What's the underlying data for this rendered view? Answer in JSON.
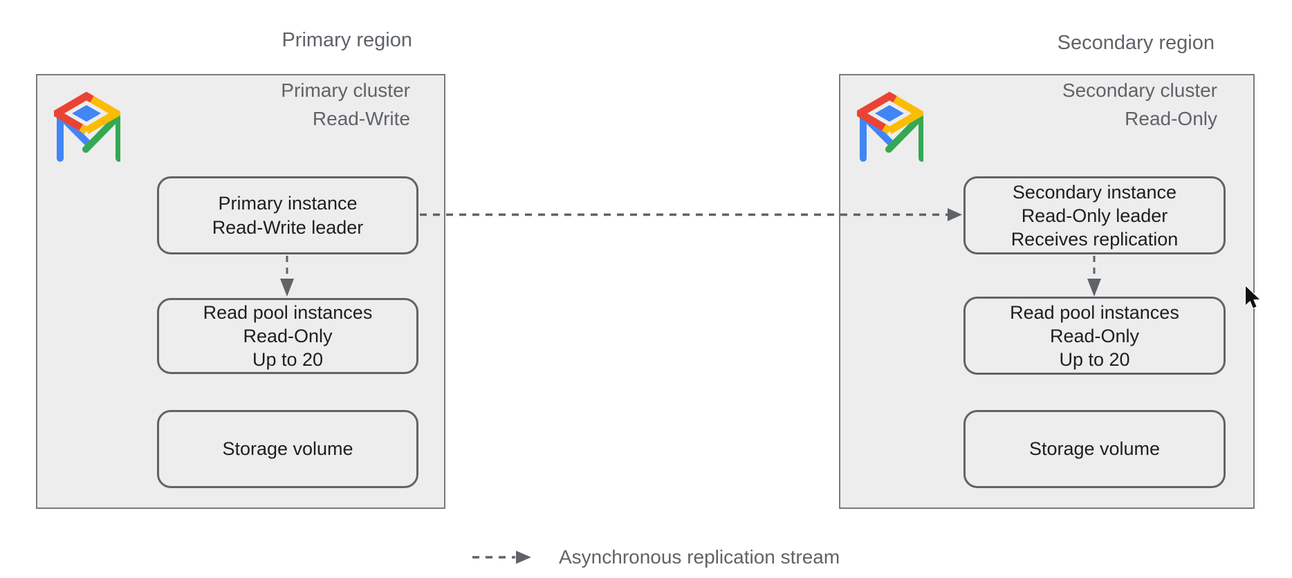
{
  "primary": {
    "region_label": "Primary region",
    "cluster_title": [
      "Primary cluster",
      "Read-Write"
    ],
    "instance": [
      "Primary instance",
      "Read-Write leader"
    ],
    "read_pool": [
      "Read pool instances",
      "Read-Only",
      "Up to 20"
    ],
    "storage": [
      "Storage volume"
    ]
  },
  "secondary": {
    "region_label": "Secondary region",
    "cluster_title": [
      "Secondary cluster",
      "Read-Only"
    ],
    "instance": [
      "Secondary instance",
      "Read-Only leader",
      "Receives replication"
    ],
    "read_pool": [
      "Read pool instances",
      "Read-Only",
      "Up to 20"
    ],
    "storage": [
      "Storage volume"
    ]
  },
  "legend": {
    "label": "Asynchronous replication stream"
  },
  "icons": {
    "cluster_icon": "alloydb-icon",
    "arrow": "dashed-arrow-icon",
    "pointer": "mouse-cursor"
  },
  "colors": {
    "page_bg": "#ffffff",
    "cluster_fill": "#ededed",
    "cluster_border": "#7a7a7a",
    "node_border": "#5f6368",
    "arrow": "#5f6368",
    "text_dark": "#1e1e1e",
    "text_gray": "#5f6368",
    "google_blue": "#4285F4",
    "google_green": "#34A853",
    "google_yellow": "#FBBC04",
    "google_red": "#EA4335"
  }
}
